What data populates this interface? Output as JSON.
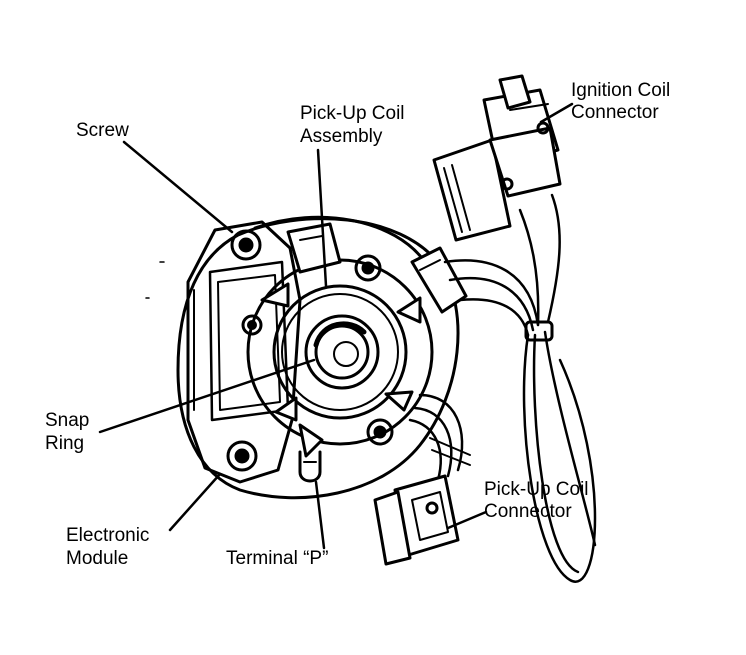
{
  "labels": {
    "screw": "Screw",
    "pickup_coil_assembly": [
      "Pick-Up Coil",
      "Assembly"
    ],
    "ignition_coil_connector": [
      "Ignition Coil",
      "Connector"
    ],
    "snap_ring": [
      "Snap",
      "Ring"
    ],
    "electronic_module": [
      "Electronic",
      "Module"
    ],
    "terminal_p": "Terminal “P”",
    "pickup_coil_connector": [
      "Pick-Up Coil",
      "Connector"
    ]
  },
  "colors": {
    "ink": "#000000",
    "paper": "#ffffff"
  }
}
